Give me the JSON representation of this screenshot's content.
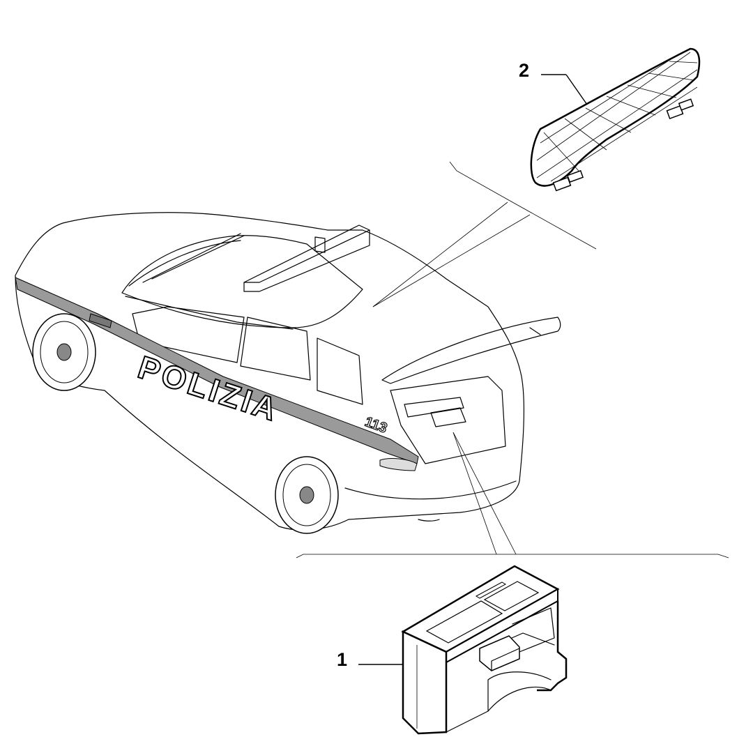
{
  "car": {
    "livery_text": "POLIZIA",
    "number_text": "113"
  },
  "parts": [
    {
      "callout": "1"
    },
    {
      "callout": "2"
    }
  ]
}
